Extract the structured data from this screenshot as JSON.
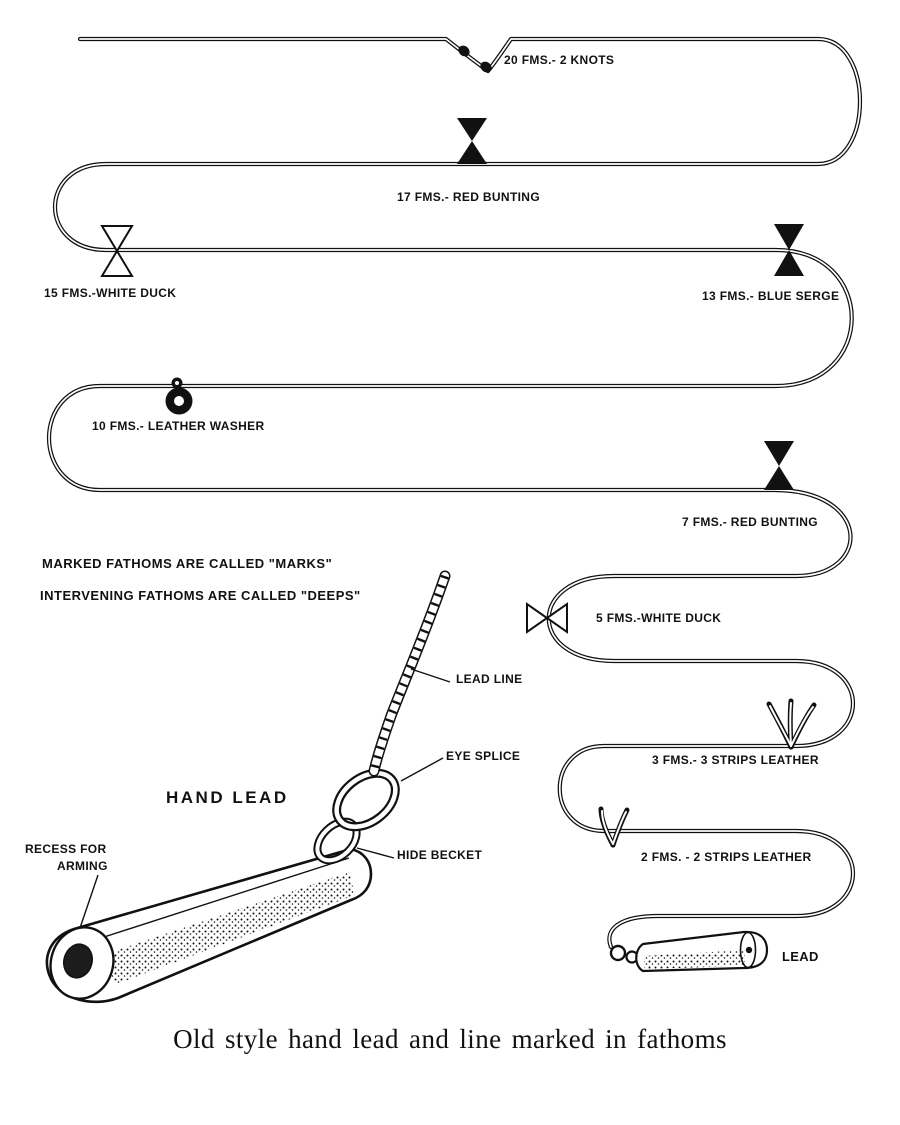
{
  "page": {
    "caption": "Old style hand lead and line marked in fathoms"
  },
  "notes": {
    "marks": "MARKED FATHOMS ARE CALLED \"MARKS\"",
    "deeps": "INTERVENING FATHOMS ARE CALLED \"DEEPS\""
  },
  "line_markers": [
    {
      "fathoms": 20,
      "label": "20 FMS.- 2 KNOTS",
      "marker_type": "2 knots"
    },
    {
      "fathoms": 17,
      "label": "17 FMS.- RED BUNTING",
      "marker_type": "red bunting"
    },
    {
      "fathoms": 15,
      "label": "15 FMS.-WHITE DUCK",
      "marker_type": "white duck"
    },
    {
      "fathoms": 13,
      "label": "13 FMS.- BLUE SERGE",
      "marker_type": "blue serge"
    },
    {
      "fathoms": 10,
      "label": "10 FMS.- LEATHER WASHER",
      "marker_type": "leather washer"
    },
    {
      "fathoms": 7,
      "label": "7 FMS.- RED BUNTING",
      "marker_type": "red bunting"
    },
    {
      "fathoms": 5,
      "label": "5 FMS.-WHITE DUCK",
      "marker_type": "white duck"
    },
    {
      "fathoms": 3,
      "label": "3 FMS.- 3 STRIPS LEATHER",
      "marker_type": "3 strips leather"
    },
    {
      "fathoms": 2,
      "label": "2 FMS. - 2 STRIPS LEATHER",
      "marker_type": "2 strips leather"
    }
  ],
  "lead": {
    "label": "LEAD"
  },
  "hand_lead": {
    "title": "HAND LEAD",
    "labels": {
      "lead_line": "LEAD LINE",
      "eye_splice": "EYE SPLICE",
      "hide_becket": "HIDE BECKET",
      "recess_line1": "RECESS FOR",
      "recess_line2": "ARMING"
    }
  },
  "colors": {
    "ink": "#111111",
    "paper": "#ffffff"
  }
}
